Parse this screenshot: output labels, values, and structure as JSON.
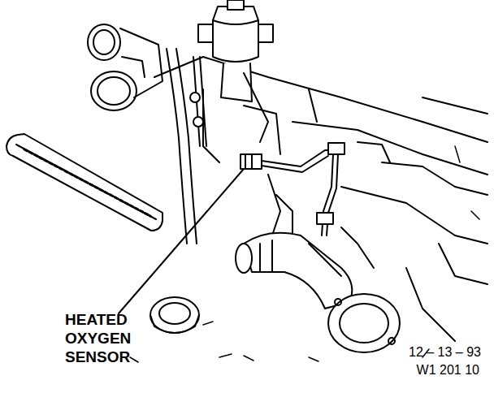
{
  "diagram": {
    "labels": [
      "HEATED OXYGEN SENSOR",
      "12 – 13 – 93",
      "W1 201 10"
    ]
  }
}
